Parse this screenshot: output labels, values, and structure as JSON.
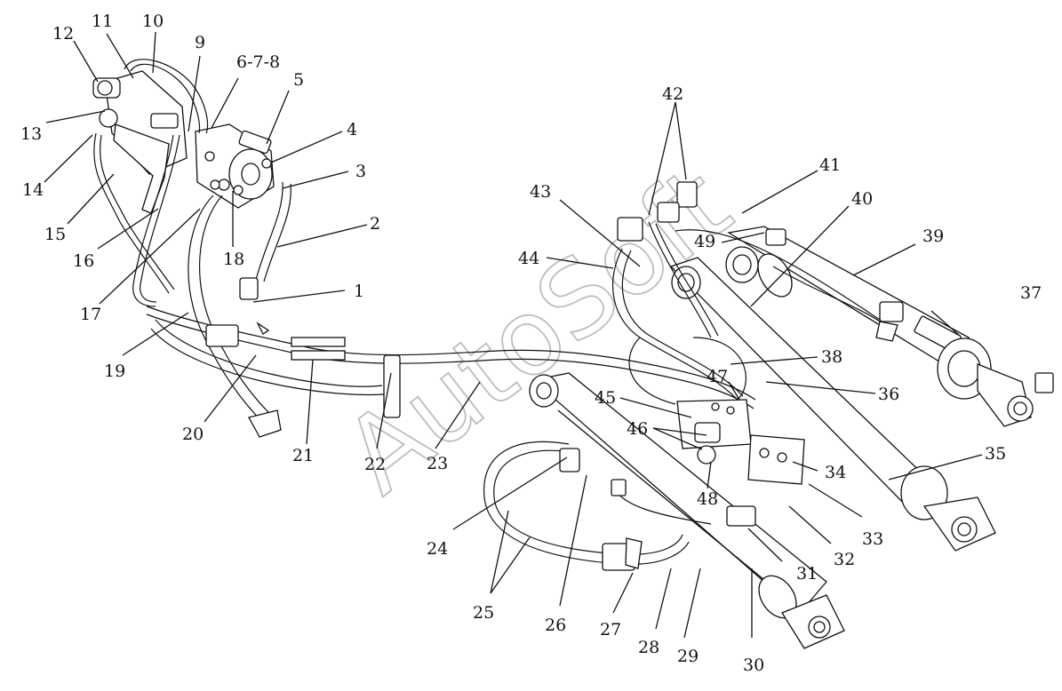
{
  "watermark": "AutoSoft",
  "callouts": [
    {
      "id": "1",
      "text": "1"
    },
    {
      "id": "2",
      "text": "2"
    },
    {
      "id": "3",
      "text": "3"
    },
    {
      "id": "4",
      "text": "4"
    },
    {
      "id": "5",
      "text": "5"
    },
    {
      "id": "6-7-8",
      "text": "6-7-8"
    },
    {
      "id": "9",
      "text": "9"
    },
    {
      "id": "10",
      "text": "10"
    },
    {
      "id": "11",
      "text": "11"
    },
    {
      "id": "12",
      "text": "12"
    },
    {
      "id": "13",
      "text": "13"
    },
    {
      "id": "14",
      "text": "14"
    },
    {
      "id": "15",
      "text": "15"
    },
    {
      "id": "16",
      "text": "16"
    },
    {
      "id": "17",
      "text": "17"
    },
    {
      "id": "18",
      "text": "18"
    },
    {
      "id": "19",
      "text": "19"
    },
    {
      "id": "20",
      "text": "20"
    },
    {
      "id": "21",
      "text": "21"
    },
    {
      "id": "22",
      "text": "22"
    },
    {
      "id": "23",
      "text": "23"
    },
    {
      "id": "24",
      "text": "24"
    },
    {
      "id": "25",
      "text": "25"
    },
    {
      "id": "26",
      "text": "26"
    },
    {
      "id": "27",
      "text": "27"
    },
    {
      "id": "28",
      "text": "28"
    },
    {
      "id": "29",
      "text": "29"
    },
    {
      "id": "30",
      "text": "30"
    },
    {
      "id": "31",
      "text": "31"
    },
    {
      "id": "32",
      "text": "32"
    },
    {
      "id": "33",
      "text": "33"
    },
    {
      "id": "34",
      "text": "34"
    },
    {
      "id": "35",
      "text": "35"
    },
    {
      "id": "36",
      "text": "36"
    },
    {
      "id": "37",
      "text": "37"
    },
    {
      "id": "38",
      "text": "38"
    },
    {
      "id": "39",
      "text": "39"
    },
    {
      "id": "40",
      "text": "40"
    },
    {
      "id": "41",
      "text": "41"
    },
    {
      "id": "42",
      "text": "42"
    },
    {
      "id": "43",
      "text": "43"
    },
    {
      "id": "44",
      "text": "44"
    },
    {
      "id": "45",
      "text": "45"
    },
    {
      "id": "46",
      "text": "46"
    },
    {
      "id": "47",
      "text": "47"
    },
    {
      "id": "48",
      "text": "48"
    },
    {
      "id": "49",
      "text": "49"
    }
  ]
}
